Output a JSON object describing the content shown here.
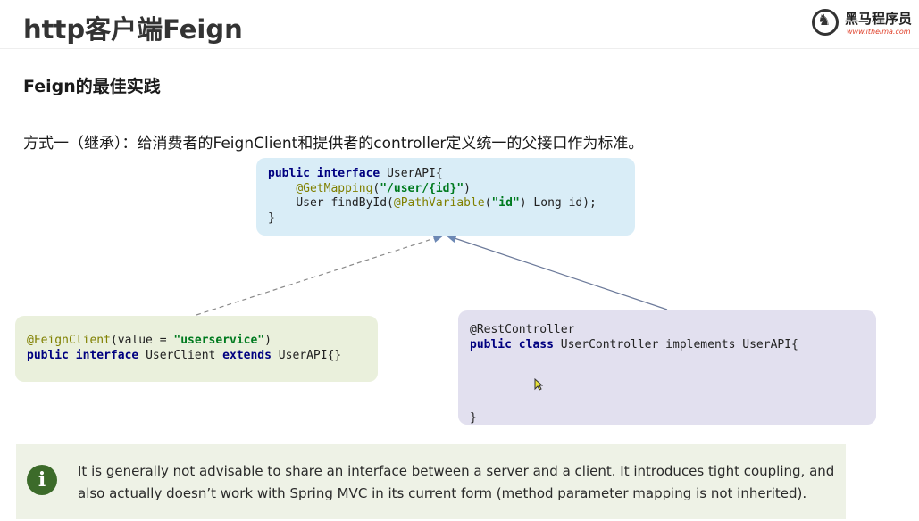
{
  "header": {
    "title": "http客户端Feign",
    "logo_name": "黑马程序员",
    "logo_url": "www.itheima.com"
  },
  "section_title": "Feign的最佳实践",
  "description": "方式一（继承）：给消费者的FeignClient和提供者的controller定义统一的父接口作为标准。",
  "code_api": {
    "l1_kw1": "public",
    "l1_kw2": "interface",
    "l1_rest": " UserAPI{",
    "l2_ann": "@GetMapping",
    "l2_open": "(",
    "l2_str": "\"/user/{id}\"",
    "l2_close": ")",
    "l3_a": "User findById(",
    "l3_ann": "@PathVariable",
    "l3_open": "(",
    "l3_str": "\"id\"",
    "l3_rest": ") Long id);",
    "l4": "}"
  },
  "code_client": {
    "l1_ann": "@FeignClient",
    "l1_a": "(value = ",
    "l1_str": "\"userservice\"",
    "l1_b": ")",
    "l2_kw1": "public",
    "l2_kw2": "interface",
    "l2_a": " UserClient ",
    "l2_kw3": "extends",
    "l2_b": " UserAPI{}"
  },
  "code_controller": {
    "l1": "@RestController",
    "l2_kw1": "public",
    "l2_kw2": "class",
    "l2_rest": " UserController implements UserAPI{",
    "l3": "}"
  },
  "tip": {
    "icon": "info-icon",
    "icon_glyph": "i",
    "text": "It is generally not advisable to share an interface between a server and a client. It introduces tight coupling, and also actually doesn’t work with Spring MVC in its current form (method parameter mapping is not inherited)."
  }
}
